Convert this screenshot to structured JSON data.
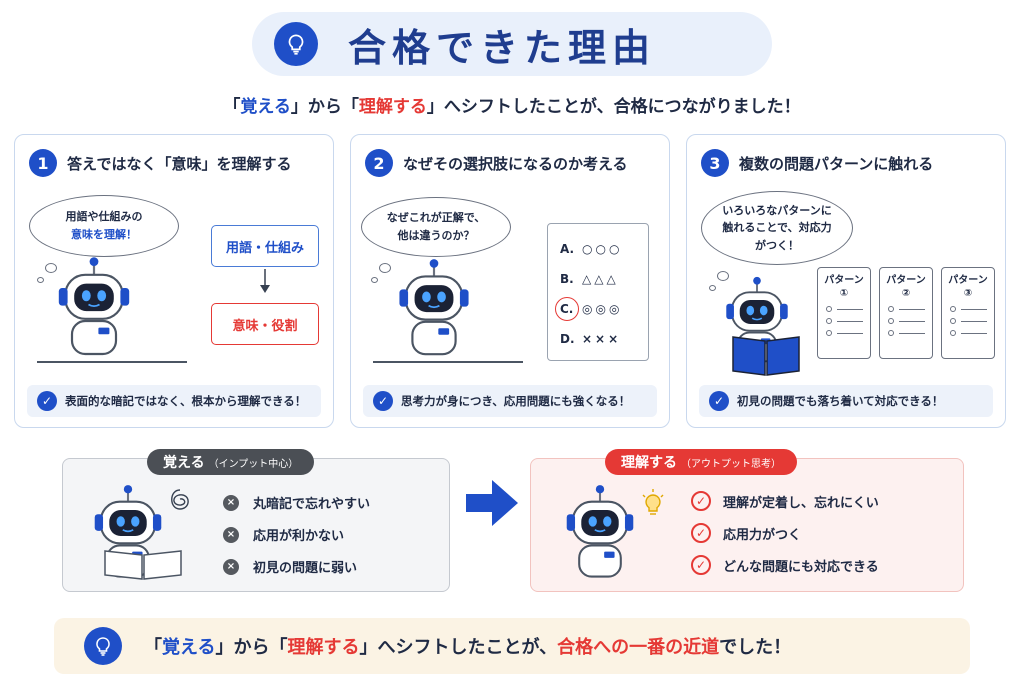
{
  "header": {
    "title": "合格できた理由"
  },
  "subtitle": {
    "q1_open": "「",
    "memorize": "覚える",
    "q1_close": "」から",
    "q2_open": "「",
    "understand": "理解する",
    "q2_close": "」",
    "rest": "へシフトしたことが、合格につながりました！"
  },
  "cards": [
    {
      "number": "1",
      "title": "答えではなく「意味」を理解する",
      "bubble_line1": "用語や仕組みの",
      "bubble_line2": "意味を理解！",
      "box_top": "用語・仕組み",
      "box_bottom": "意味・役割",
      "footer": "表面的な暗記ではなく、根本から理解できる！"
    },
    {
      "number": "2",
      "title": "なぜその選択肢になるのか考える",
      "bubble_line1": "なぜこれが正解で、",
      "bubble_line2": "他は違うのか？",
      "options": [
        {
          "label": "A.",
          "symbols": "○○○"
        },
        {
          "label": "B.",
          "symbols": "△△△"
        },
        {
          "label": "C.",
          "symbols": "◎◎◎"
        },
        {
          "label": "D.",
          "symbols": "×××"
        }
      ],
      "footer": "思考力が身につき、応用問題にも強くなる！"
    },
    {
      "number": "3",
      "title": "複数の問題パターンに触れる",
      "bubble_line1": "いろいろなパターンに",
      "bubble_line2": "触れることで、対応力",
      "bubble_line3": "がつく！",
      "patterns": [
        {
          "label": "パターン",
          "num": "①"
        },
        {
          "label": "パターン",
          "num": "②"
        },
        {
          "label": "パターン",
          "num": "③"
        }
      ],
      "footer": "初見の問題でも落ち着いて対応できる！"
    }
  ],
  "compare": {
    "left": {
      "tag": "覚える",
      "tag_sub": "（インプット中心）",
      "items": [
        "丸暗記で忘れやすい",
        "応用が利かない",
        "初見の問題に弱い"
      ]
    },
    "right": {
      "tag": "理解する",
      "tag_sub": "（アウトプット思考）",
      "items": [
        "理解が定着し、忘れにくい",
        "応用力がつく",
        "どんな問題にも対応できる"
      ]
    }
  },
  "conclusion": {
    "q1_open": "「",
    "memorize": "覚える",
    "q1_close": "」から「",
    "understand": "理解する",
    "q2_close": "」へシフトしたことが、",
    "highlight": "合格への一番の近道",
    "end": "でした！"
  },
  "colors": {
    "primary_blue": "#1f4fc8",
    "accent_red": "#e53935"
  }
}
